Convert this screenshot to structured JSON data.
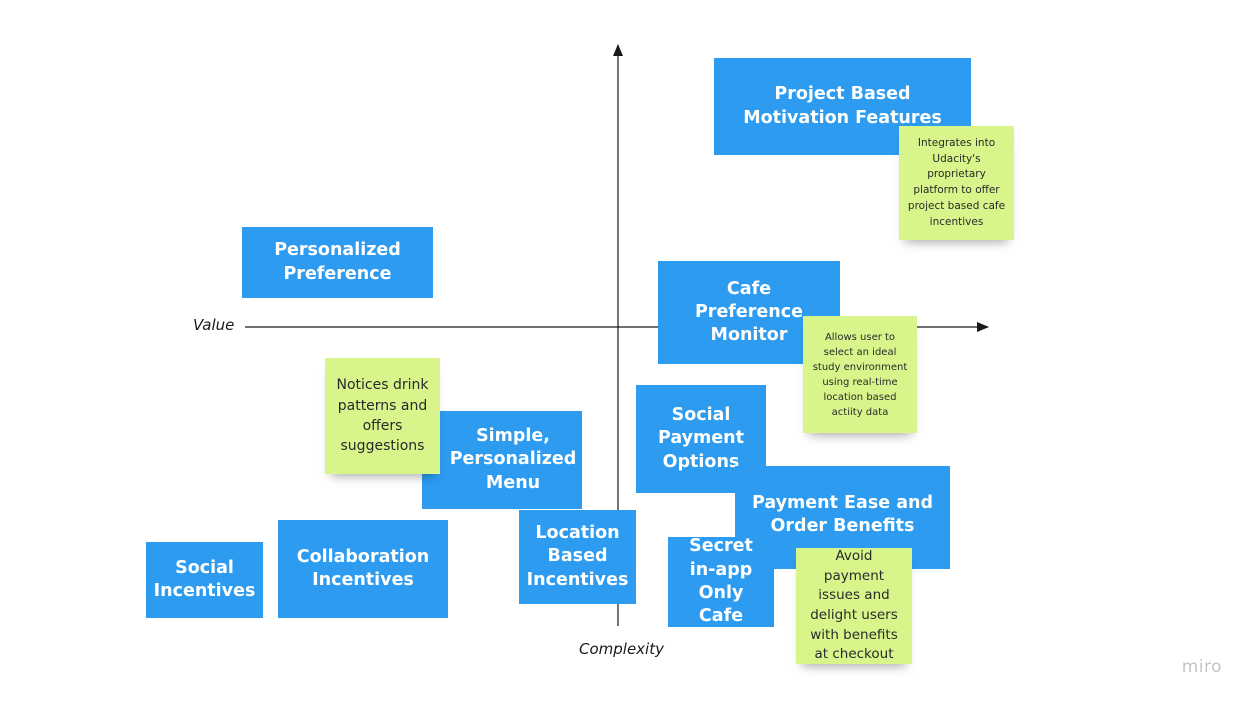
{
  "axes": {
    "horizontal_label": "Value",
    "vertical_label": "Complexity"
  },
  "cards": {
    "project_based": "Project Based Motivation Features",
    "personalized_preference": "Personalized Preference",
    "cafe_preference_monitor": "Cafe Preference Monitor",
    "simple_personalized_menu": "Simple, Personalized Menu",
    "social_payment_options": "Social Payment Options",
    "payment_ease": "Payment Ease and Order Benefits",
    "social_incentives": "Social Incentives",
    "collaboration_incentives": "Collaboration Incentives",
    "location_based_incentives": "Location Based Incentives",
    "secret_cafe": "Secret in-app Only Cafe"
  },
  "notes": {
    "udacity_note": "Integrates into Udacity's proprietary platform to offer project based cafe incentives",
    "cafe_monitor_note": "Allows user to select an ideal study environment using real-time location based actiity data",
    "drink_patterns_note": "Notices drink patterns and offers suggestions",
    "payment_note": "Avoid payment issues and delight users with benefits at checkout"
  },
  "colors": {
    "card_blue": "#2d9bf0",
    "note_green": "#d7f58a",
    "axis": "#1a1a1a"
  },
  "brand": {
    "logo_text": "miro"
  }
}
